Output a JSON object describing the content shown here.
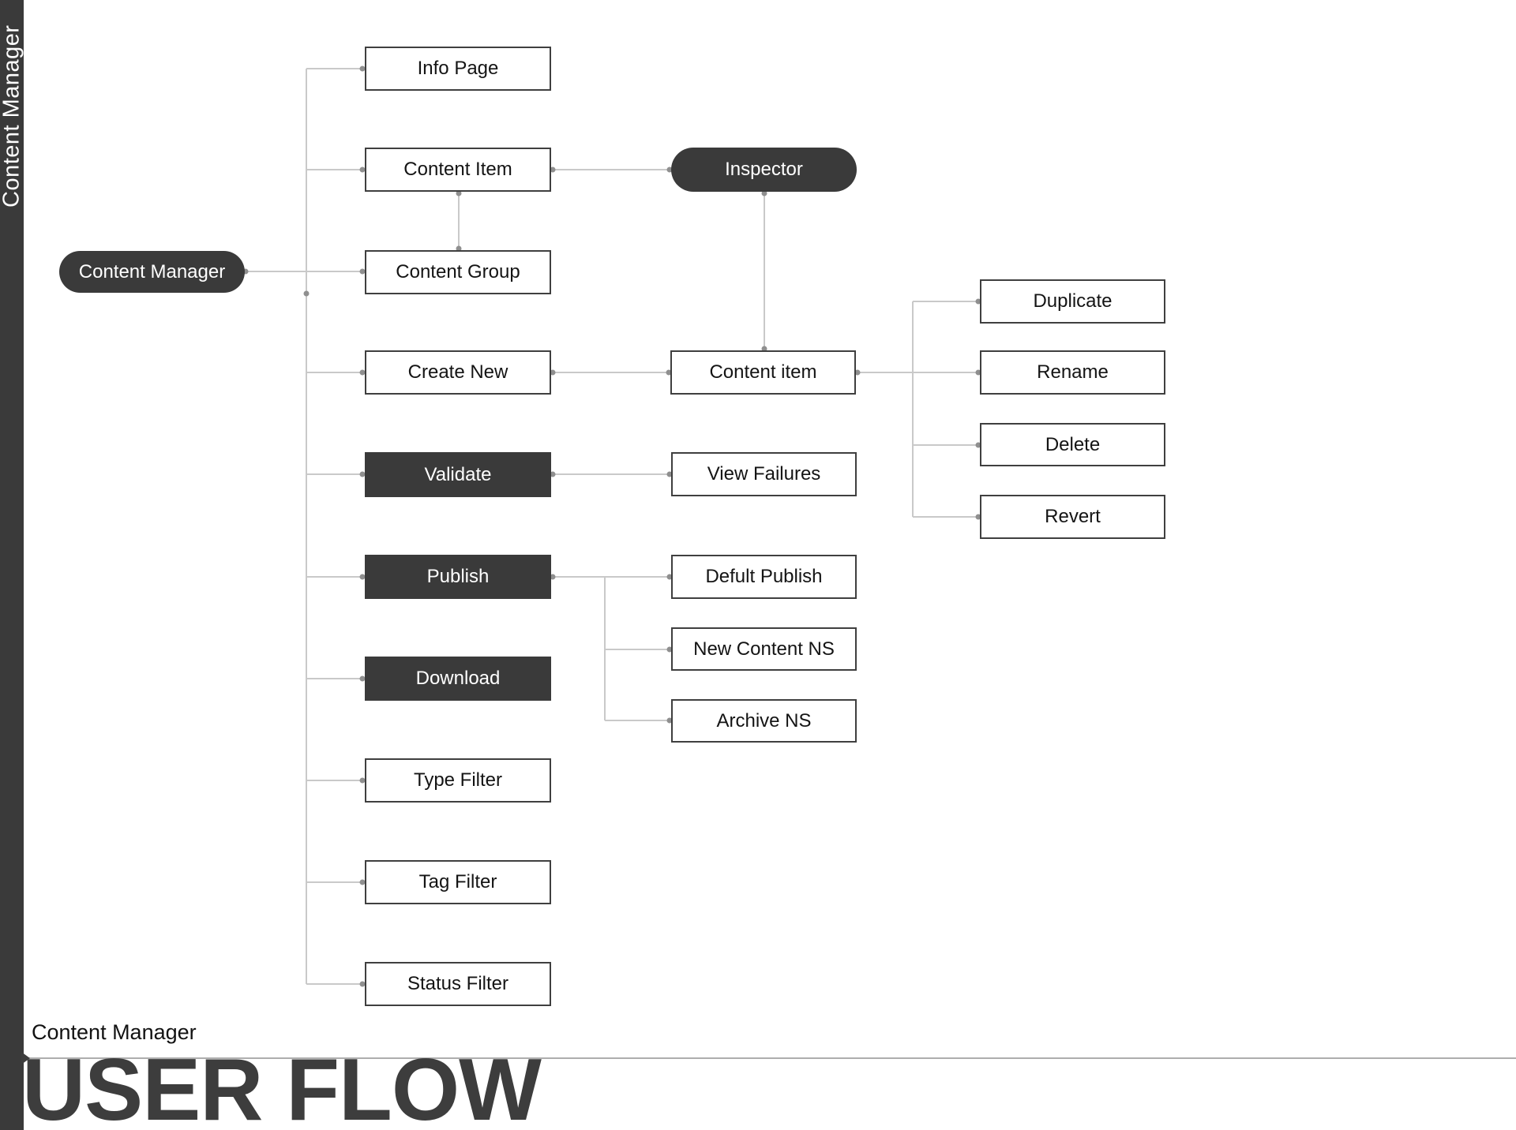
{
  "sidebar": {
    "label": "Content Manager"
  },
  "footer": {
    "subtitle": "Content Manager",
    "title": "USER FLOW"
  },
  "colors": {
    "node_dark_fill": "#3a3a3a",
    "node_light_fill": "#ffffff",
    "node_border": "#3f3f3f",
    "connector_line": "#c9c9c9",
    "connector_dot": "#8f8f8f",
    "sidebar_fill": "#3a3a3a",
    "title_text": "#3d3d3d"
  },
  "diagram": {
    "root": {
      "label": "Content Manager",
      "variant": "dark-pill"
    },
    "nodes": {
      "info_page": {
        "label": "Info Page",
        "variant": "light"
      },
      "content_item": {
        "label": "Content Item",
        "variant": "light"
      },
      "content_group": {
        "label": "Content Group",
        "variant": "light"
      },
      "create_new": {
        "label": "Create New",
        "variant": "light"
      },
      "validate": {
        "label": "Validate",
        "variant": "dark"
      },
      "publish": {
        "label": "Publish",
        "variant": "dark"
      },
      "download": {
        "label": "Download",
        "variant": "dark"
      },
      "type_filter": {
        "label": "Type Filter",
        "variant": "light"
      },
      "tag_filter": {
        "label": "Tag Filter",
        "variant": "light"
      },
      "status_filter": {
        "label": "Status Filter",
        "variant": "light"
      },
      "inspector": {
        "label": "Inspector",
        "variant": "dark-pill"
      },
      "content_item2": {
        "label": "Content item",
        "variant": "light"
      },
      "view_failures": {
        "label": "View Failures",
        "variant": "light"
      },
      "default_publish": {
        "label": "Defult Publish",
        "variant": "light"
      },
      "new_content_ns": {
        "label": "New Content NS",
        "variant": "light"
      },
      "archive_ns": {
        "label": "Archive NS",
        "variant": "light"
      },
      "duplicate": {
        "label": "Duplicate",
        "variant": "light"
      },
      "rename": {
        "label": "Rename",
        "variant": "light"
      },
      "delete": {
        "label": "Delete",
        "variant": "light"
      },
      "revert": {
        "label": "Revert",
        "variant": "light"
      }
    }
  }
}
